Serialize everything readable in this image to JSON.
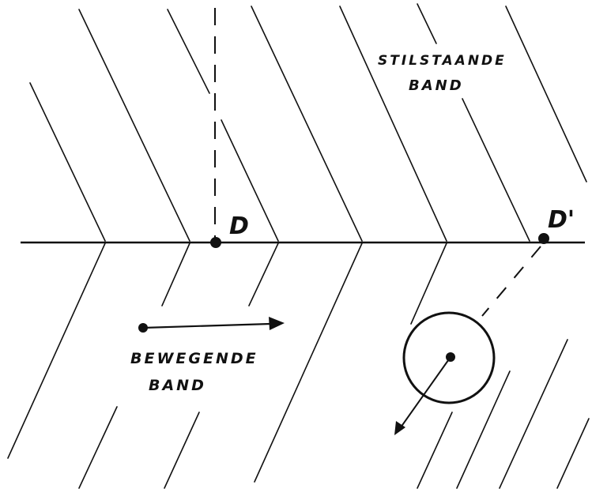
{
  "labels": {
    "point_d": "D",
    "point_d_prime": "D'",
    "stationary_line1": "STILSTAANDE",
    "stationary_line2": "BAND",
    "moving_line1": "BEWEGENDE",
    "moving_line2": "BAND"
  },
  "colors": {
    "ink": "#111111",
    "background": "#ffffff"
  }
}
